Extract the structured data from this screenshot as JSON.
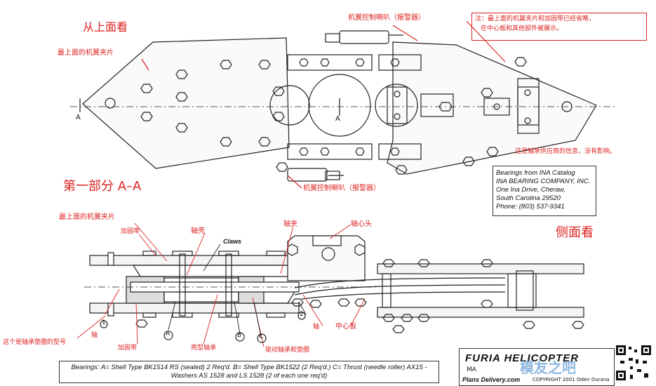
{
  "labels": {
    "top_view": "从上面看",
    "top_clip_1": "最上面的机翼夹片",
    "horn_top": "机翼控制喇叭（报警器）",
    "note_line1": "注：最上面的机翼夹片和加固带已经省略，",
    "note_line2": "在中心板和其他部件被展示。",
    "supplier_note": "这是轴承供应商的信息，没有影响。",
    "section_title": "第一部分 A–A",
    "horn_bottom": "机翼控制喇叭（报警器）",
    "top_clip_2": "最上面的机翼夹片",
    "reinforce_1": "加固带",
    "housing": "轴壳",
    "claws": "Claws",
    "axle_clamp": "轴夹",
    "hub_head": "轴心头",
    "side_view": "侧面看",
    "axle": "轴",
    "axle_2": "轴",
    "center_plate": "中心板",
    "bearing_model_note": "这个是轴承垫圈的型号",
    "reinforce_2": "加固带",
    "shell_bearing": "壳型轴承",
    "drive_bearing": "驱动轴承和垫圈",
    "marker_A": "A",
    "marker_A2": "A",
    "circ_1": "1",
    "circ_2": "2",
    "circ_A": "A",
    "circ_B": "B",
    "circ_C": "C"
  },
  "ina": {
    "line1": "Bearings from INA Catalog",
    "line2": "INA BEARING COMPANY, INC.",
    "line3": "One Ina Drive, Cheraw,",
    "line4": "South Carolina 29520",
    "line5": "Phone: (803) 537-9341"
  },
  "legend": {
    "line1": "Bearings: A= Shell Type BK1514 RS (sealed) 2 Req'd. B= Shell Type BK1522 (2 Req'd.) C= Thrust (needle roller) AX15 -",
    "line2": "Washers AS 1528 and LS 1528 (2 of each one req'd)"
  },
  "title_block": {
    "brand": "FURIA HELICOPTER",
    "line2": "MA",
    "footer_left": "Plans Delivery.com",
    "footer_right": "COPYRIGHT 2001 Oden Durana",
    "watermark": "模友之吧"
  },
  "colors": {
    "annotation": "#dd2222",
    "line": "#222222"
  }
}
